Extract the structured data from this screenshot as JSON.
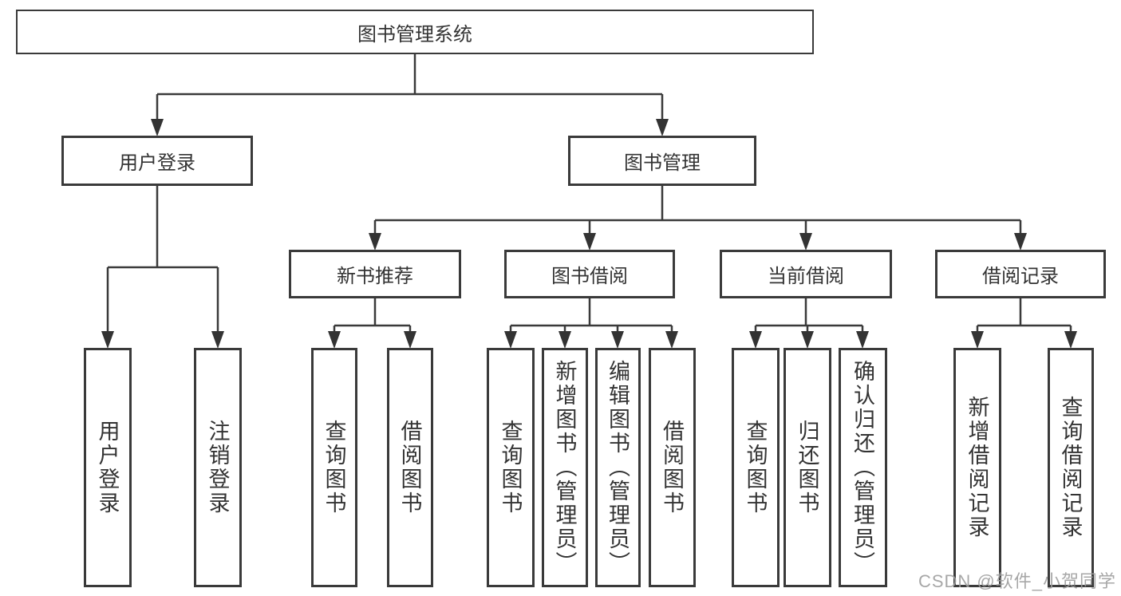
{
  "tree": {
    "root": {
      "label": "图书管理系统"
    },
    "branches": [
      {
        "label": "用户登录",
        "children": [
          {
            "label": "用户登录"
          },
          {
            "label": "注销登录"
          }
        ]
      },
      {
        "label": "图书管理",
        "children": [
          {
            "label": "新书推荐",
            "children": [
              {
                "label": "查询图书"
              },
              {
                "label": "借阅图书"
              }
            ]
          },
          {
            "label": "图书借阅",
            "children": [
              {
                "label": "查询图书"
              },
              {
                "label": "新增图书（管理员）"
              },
              {
                "label": "编辑图书（管理员）"
              },
              {
                "label": "借阅图书"
              }
            ]
          },
          {
            "label": "当前借阅",
            "children": [
              {
                "label": "查询图书"
              },
              {
                "label": "归还图书"
              },
              {
                "label": "确认归还（管理员）"
              }
            ]
          },
          {
            "label": "借阅记录",
            "children": [
              {
                "label": "新增借阅记录"
              },
              {
                "label": "查询借阅记录"
              }
            ]
          }
        ]
      }
    ]
  },
  "colors": {
    "line": "#3a3a3a",
    "text": "#333333",
    "watermark": "#9e9e9e"
  },
  "watermark": "CSDN @软件_小贺同学"
}
